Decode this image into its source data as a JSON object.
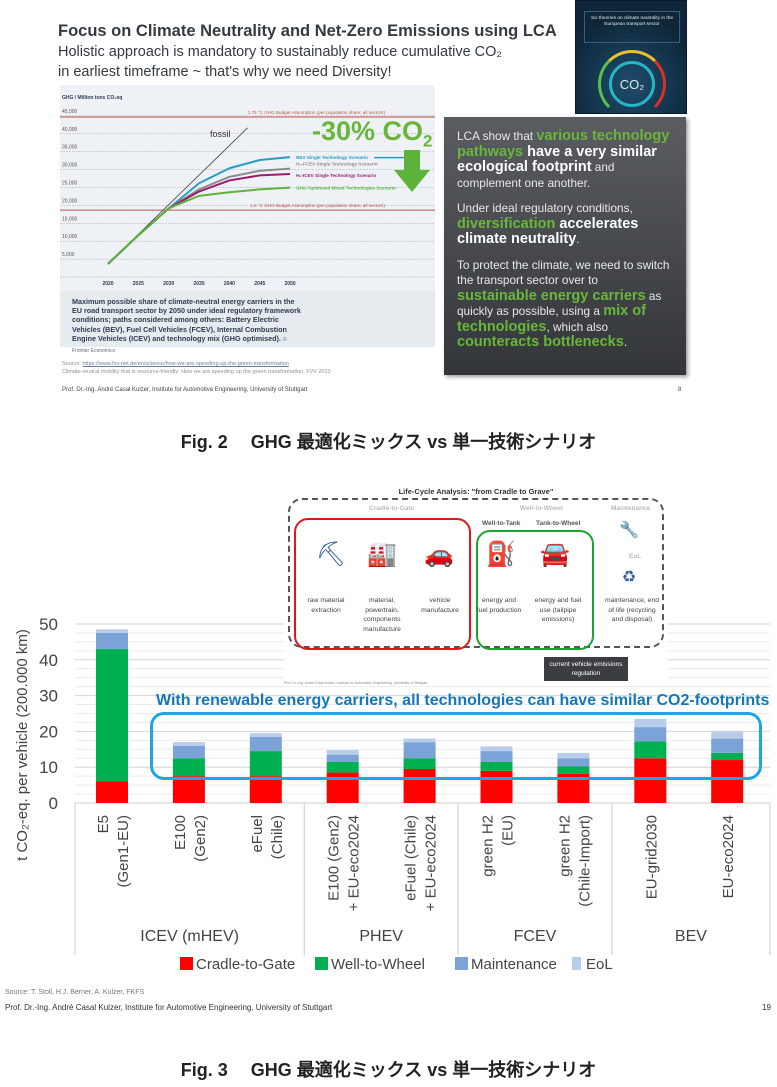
{
  "slide1": {
    "title": "Focus on Climate Neutrality and Net-Zero Emissions using LCA",
    "subtitle_line1": "Holistic approach is mandatory to sustainably reduce cumulative CO₂",
    "subtitle_line2": "in earliest timeframe ~ that's why we need Diversity!",
    "reduction_label": "-30% CO",
    "reduction_sub": "2",
    "caption": "Maximum possible share of climate-neutral energy carriers in the EU road transport sector by 2050 under ideal regulatory framework conditions; paths considered among others: Battery Electric Vehicles (BEV), Fuel Cell Vehicles (FCEV), Internal Combustion Engine Vehicles (ICEV) and technology mix (GHG optimised).",
    "caption_credit": "© Frontier Economics",
    "source_prefix": "Source: ",
    "source_link": "https://www.fvv-net.de/en/science/how-we-are-speeding-up-the-green-transformation",
    "source_line2": "Climate-neutral mobility that is resource-friendly: How we are speeding up the green transformation, FVV 2023",
    "footer": "Prof. Dr.-Ing. André Casal Kulzer, Institute for Automotive Engineering, University of Stuttgart",
    "page": "8",
    "cover_title": "Six theories on climate neutrality in the European transport sector",
    "cover_co2": "CO₂",
    "box": {
      "p1": [
        "LCA show that ",
        "various technology pathways",
        " have a very similar ecological footprint",
        " and complement one another."
      ],
      "p2": [
        "Under ideal regulatory conditions, ",
        "diversification",
        " accelerates climate neutrality",
        "."
      ],
      "p3": [
        "To protect the climate, we need to switch the transport sector over to ",
        "sustainable energy carriers",
        " as quickly as possible, using a ",
        "mix of technologies",
        ", which also ",
        "counteracts bottlenecks",
        "."
      ]
    }
  },
  "fig2_caption": "Fig. 2　 GHG 最適化ミックス  vs  単一技術シナリオ",
  "slide2": {
    "lca": {
      "title": "Life-Cycle Analysis: \"from Cradle to Grave\"",
      "cradle_to_gate": "Cradle-to-Gate",
      "well_to_wheel": "Well-to-Wheel",
      "well_to_tank": "Well-to-Tank",
      "tank_to_wheel": "Tank-to-Wheel",
      "maintenance": "Maintenance",
      "eol": "EoL",
      "steps": [
        "raw material extraction",
        "material, powertrain, components manufacture",
        "vehicle manufacture",
        "energy and fuel production",
        "energy and fuel use (tailpipe emissions)",
        "maintenance, end of life (recycling and disposal)"
      ],
      "regulation": "current vehicle emissions regulation",
      "footer": "Prof. Dr.-Ing. André Casal Kulzer, Institute for Automotive Engineering, University of Stuttgart"
    },
    "callout": "With renewable energy carriers, all technologies can have similar CO2-footprints",
    "source": "Source: T. Stoll, H.J. Berner, A. Kulzer, FKFS",
    "footer": "Prof. Dr.-Ing. André Casal Kulzer, Institute for Automotive Engineering, University of Stuttgart",
    "page": "19"
  },
  "fig3_caption": "Fig. 3　 GHG 最適化ミックス  vs  単一技術シナリオ",
  "chart_data": [
    {
      "type": "line",
      "ylabel": "GHG / Million tons CO₂eq",
      "y_ticks": [
        "5.000",
        "10,000",
        "15,000",
        "20,000",
        "25,000",
        "30,000",
        "35,000",
        "40,000",
        "45,000"
      ],
      "y_tick_values": [
        5000,
        10000,
        15000,
        20000,
        25000,
        30000,
        35000,
        40000,
        45000
      ],
      "x_ticks": [
        "2020",
        "2025",
        "2030",
        "2035",
        "2040",
        "2045",
        "2050"
      ],
      "ylim": [
        0,
        47000
      ],
      "x": [
        2020,
        2025,
        2030,
        2035,
        2040,
        2045,
        2050
      ],
      "series": [
        {
          "name": "fossil",
          "color": "#444444",
          "x": [
            2020,
            2043
          ],
          "values": [
            2000,
            40000
          ]
        },
        {
          "name": "BEV Single Technology Scenario",
          "color": "#2a9ac6",
          "values": [
            2000,
            10000,
            17500,
            24500,
            28700,
            31000,
            31800
          ]
        },
        {
          "name": "H₂-FCEV Single Technology Scenario",
          "color": "#8c8c8c",
          "values": [
            2000,
            10000,
            17500,
            22800,
            26300,
            28000,
            28600
          ]
        },
        {
          "name": "H₂-ICEV Single Technology Scenario",
          "color": "#9c1c6e",
          "values": [
            2000,
            10000,
            17500,
            22200,
            25300,
            26700,
            27100
          ]
        },
        {
          "name": "GHG Optimised Mixed Technologies Scenario",
          "color": "#5db33a",
          "values": [
            2000,
            10000,
            17500,
            21000,
            22000,
            22800,
            23300
          ]
        }
      ],
      "reference_lines": [
        {
          "label": "1.75 °C GHG Budget Assumption (per population share; all sectors)",
          "value": 43000,
          "color": "#c0504d"
        },
        {
          "label": "1.5 °C GHG Budget Assumption (per population share; all sectors)",
          "value": 17000,
          "color": "#c0504d"
        }
      ]
    },
    {
      "type": "bar",
      "stacked": true,
      "ylabel": "t CO₂-eq. per vehicle (200.000 km)",
      "ylim": [
        0,
        50
      ],
      "y_ticks": [
        0,
        10,
        20,
        30,
        40,
        50
      ],
      "categories": [
        [
          "E5",
          "(Gen1-EU)"
        ],
        [
          "E100",
          "(Gen2)"
        ],
        [
          "eFuel",
          "(Chile)"
        ],
        [
          "E100 (Gen2)",
          "+ EU-eco2024"
        ],
        [
          "eFuel (Chile)",
          "+ EU-eco2024"
        ],
        [
          "green H2",
          "(EU)"
        ],
        [
          "green H2",
          "(Chile-Import)"
        ],
        [
          "EU-grid2030"
        ],
        [
          "EU-eco2024"
        ]
      ],
      "groups": [
        {
          "label": "ICEV (mHEV)",
          "count": 3
        },
        {
          "label": "PHEV",
          "count": 2
        },
        {
          "label": "FCEV",
          "count": 2
        },
        {
          "label": "BEV",
          "count": 2
        }
      ],
      "series": [
        {
          "name": "Cradle-to-Gate",
          "color": "#ff0000",
          "values": [
            6,
            7.5,
            7.5,
            8.5,
            9.5,
            9,
            8.2,
            12.5,
            12
          ]
        },
        {
          "name": "Well-to-Wheel",
          "color": "#00b050",
          "values": [
            37,
            5,
            7,
            3,
            3,
            2.5,
            2,
            4.7,
            2
          ]
        },
        {
          "name": "Maintenance",
          "color": "#7ba3d8",
          "values": [
            4.5,
            3.5,
            4,
            2,
            4.5,
            3,
            2.3,
            4,
            4
          ]
        },
        {
          "name": "EoL",
          "color": "#b8cde9",
          "values": [
            1,
            1,
            1,
            1.3,
            1,
            1.3,
            1.5,
            2.3,
            2
          ]
        }
      ],
      "legend": "bottom"
    }
  ]
}
